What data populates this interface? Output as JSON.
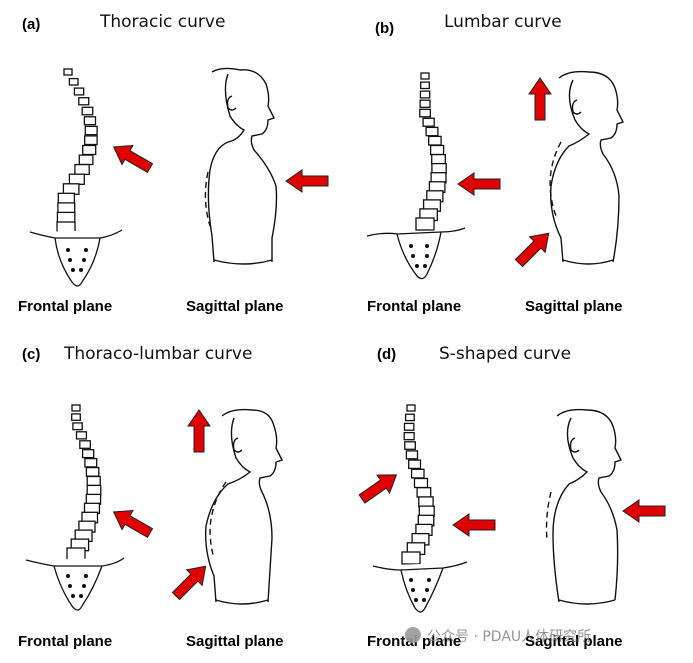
{
  "panels": [
    {
      "tag": "(a)",
      "title": "Thoracic curve",
      "frontal_label": "Frontal plane",
      "sagittal_label": "Sagittal plane"
    },
    {
      "tag": "(b)",
      "title": "Lumbar curve",
      "frontal_label": "Frontal plane",
      "sagittal_label": "Sagittal plane"
    },
    {
      "tag": "(c)",
      "title": "Thoraco-lumbar curve",
      "frontal_label": "Frontal plane",
      "sagittal_label": "Sagittal plane"
    },
    {
      "tag": "(d)",
      "title": "S-shaped curve",
      "frontal_label": "Frontal plane",
      "sagittal_label": "Sagittal plane"
    }
  ],
  "watermark": "公众号 · PDAU人体研究所",
  "colors": {
    "arrow_fill": "#e00000",
    "arrow_stroke": "#222222",
    "line": "#111111"
  }
}
